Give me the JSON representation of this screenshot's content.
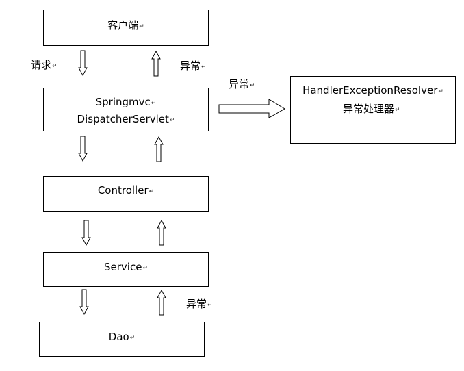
{
  "boxes": {
    "client": {
      "text": "客户端"
    },
    "dispatcher": {
      "line1": "Springmvc",
      "line2": "DispatcherServlet"
    },
    "controller": {
      "text": "Controller"
    },
    "service": {
      "text": "Service"
    },
    "dao": {
      "text": "Dao"
    },
    "resolver": {
      "line1": "HandlerExceptionResolver",
      "line2": "异常处理器"
    }
  },
  "labels": {
    "request": "请求",
    "exception_client": "异常",
    "exception_resolver": "异常",
    "exception_dao": "异常"
  },
  "paragraph_mark": "↵"
}
